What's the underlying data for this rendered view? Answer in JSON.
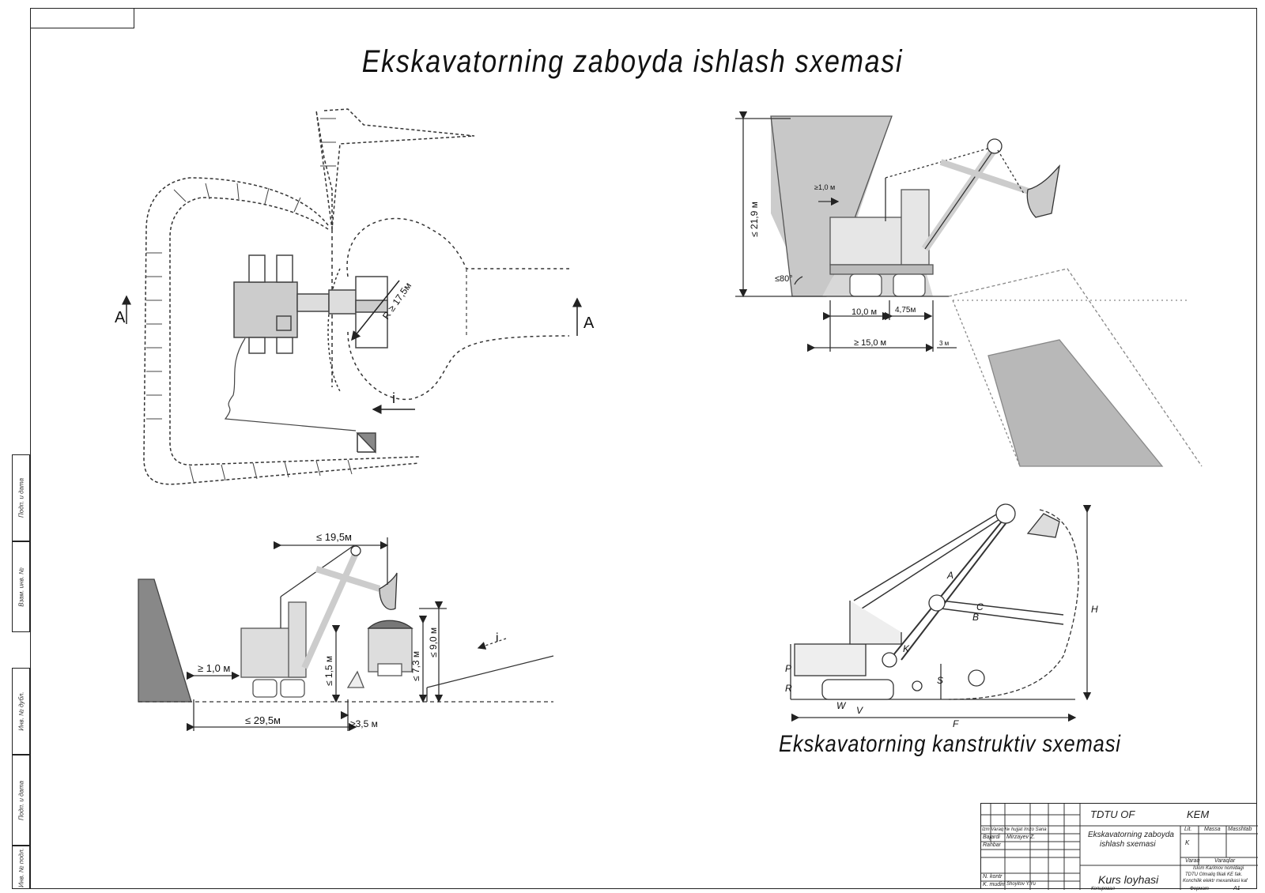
{
  "title": "Ekskavatorning zaboyda ishlash sxemasi",
  "subtitle": "Ekskavatorning kanstruktiv sxemasi",
  "plan_view": {
    "section_left": "A",
    "section_right": "A",
    "radius": "R ≥ 17,5м",
    "direction": "i"
  },
  "side_view": {
    "d_height": "≤ 21,9 м",
    "d_edge": "≥1,0 м",
    "d_angle": "≤80°",
    "d_track": "10,0 м",
    "d_gap": "4,75м",
    "d_total": "≥ 15,0 м",
    "d_small": "3 м"
  },
  "loading_view": {
    "d_reach": "≤ 19,5м",
    "d_edge": "≥ 1,0 м",
    "d_bench": "≤ 29,5м",
    "d_gap": "≥3,5 м",
    "d_h1": "≤ 1,5 м",
    "d_h2": "≤ 7,3 м",
    "d_h3": "≤ 9,0 м",
    "direction": "i"
  },
  "construct_view": {
    "labels": [
      "A",
      "C",
      "B",
      "H",
      "P",
      "R",
      "S",
      "W",
      "V",
      "F",
      "K"
    ]
  },
  "left_strip": [
    "Подп. и дата",
    "Взам. инв. №",
    "Инв. № дубл.",
    "Подп. и дата",
    "Инв. № подл."
  ],
  "title_block": {
    "org": "TDTU OF",
    "dept": "KEM",
    "doc_title_1": "Ekskavatorning zaboyda",
    "doc_title_2": "ishlash sxemasi",
    "work": "Kurs loyhasi",
    "head_cols": "Izm Varaq № hujjat Imzo Sana",
    "bajardi": "Bajardi",
    "name": "Mirzayev Z.",
    "rahbar": "Rahbar",
    "nkontr": "N. kontr",
    "kmudiri": "K. mudiri",
    "kmudiri_name": "Shoyitov Y.Yu",
    "lit": "Lit.",
    "massa": "Massa",
    "masshtab": "Masshtab",
    "litval": "K",
    "varaq": "Varaq",
    "varaqlar": "Varaqlar",
    "inst1": "Islom Karimov nomidagi",
    "inst2": "TDTU Olmaliq filiali KE fak.",
    "inst3": "Konchilik elektr mexanikasi kaf",
    "kopiroval": "Копировал",
    "format": "Формат",
    "format_val": "A1"
  }
}
